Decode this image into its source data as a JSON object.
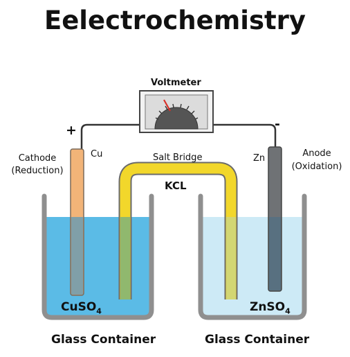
{
  "title": "Eelectrochemistry",
  "voltmeter": {
    "label": "Voltmeter"
  },
  "terminals": {
    "positive": "+",
    "negative": "-"
  },
  "cathode": {
    "label": "Cathode",
    "sublabel": "(Reduction)",
    "metal": "Cu"
  },
  "anode": {
    "label": "Anode",
    "sublabel": "(Oxidation)",
    "metal": "Zn"
  },
  "salt_bridge": {
    "label": "Salt Bridge",
    "electrolyte": "KCL"
  },
  "left_container": {
    "solution_main": "CuSO",
    "solution_sub": "4",
    "label": "Glass Container"
  },
  "right_container": {
    "solution_main": "ZnSO",
    "solution_sub": "4",
    "label": "Glass Container"
  },
  "colors": {
    "left_solution": "#5bbbe6",
    "right_solution": "#cdeaf6",
    "salt_bridge": "#f2d72b",
    "cu_electrode": "#f2b478",
    "zn_electrode": "#6f7275",
    "glass": "#8f8f8f"
  }
}
